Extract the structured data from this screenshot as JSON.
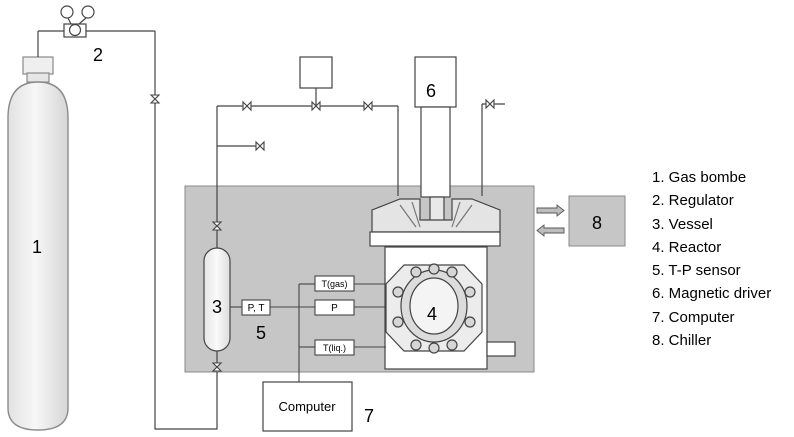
{
  "diagram": {
    "numbers": {
      "gas_bombe": "1",
      "regulator": "2",
      "vessel": "3",
      "reactor": "4",
      "sensor": "5",
      "magnetic_driver": "6",
      "computer": "7",
      "chiller": "8"
    },
    "sensor_labels": {
      "vessel_pt": "P, T",
      "t_gas": "T(gas)",
      "p": "P",
      "t_liq": "T(liq.)"
    },
    "computer_label": "Computer"
  },
  "legend": [
    "1. Gas bombe",
    "2. Regulator",
    "3. Vessel",
    "4. Reactor",
    "5. T-P sensor",
    "6. Magnetic driver",
    "7. Computer",
    "8. Chiller"
  ]
}
